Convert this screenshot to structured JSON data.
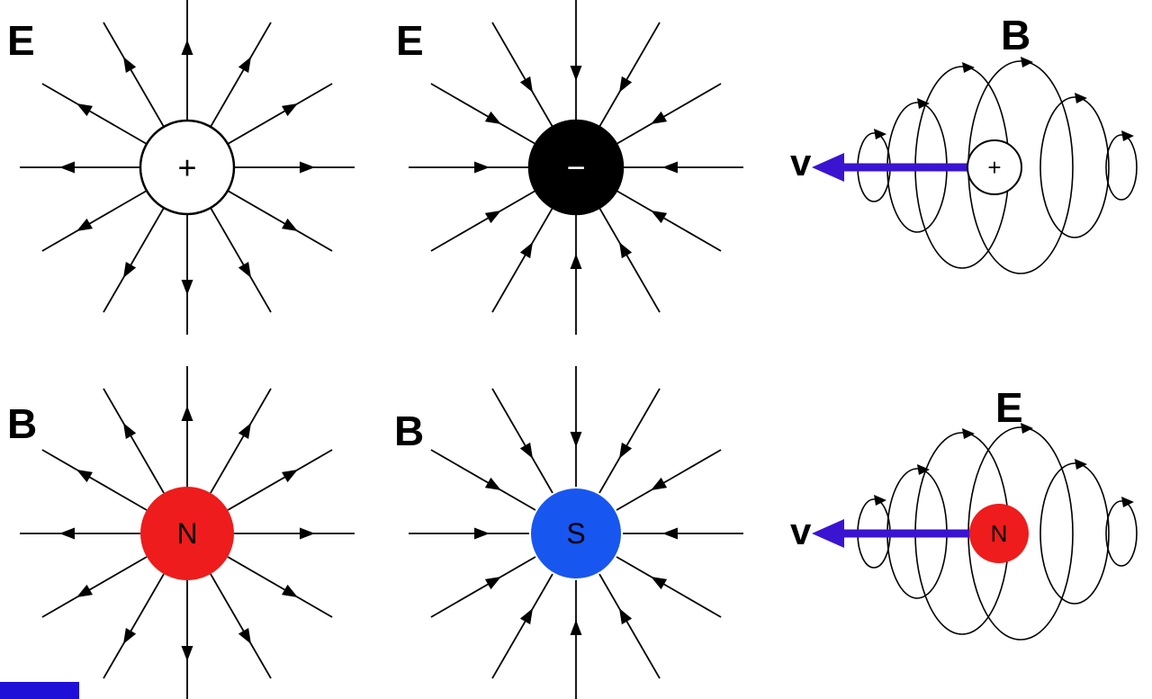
{
  "figure": {
    "background": "#ffffff",
    "accent_bar_color": "#1f10d8",
    "panels": [
      {
        "id": "e-field-positive-charge",
        "field_label": "E",
        "symbol": "+",
        "circle_fill": "#ffffff",
        "circle_stroke": "#000000",
        "symbol_color": "#000000",
        "field_direction": "outward"
      },
      {
        "id": "e-field-negative-charge",
        "field_label": "E",
        "symbol": "−",
        "circle_fill": "#000000",
        "circle_stroke": "#000000",
        "symbol_color": "#ffffff",
        "field_direction": "inward"
      },
      {
        "id": "b-field-moving-positive-charge",
        "field_label": "B",
        "symbol": "+",
        "circle_fill": "#ffffff",
        "circle_stroke": "#000000",
        "symbol_color": "#000000",
        "velocity_label": "v",
        "velocity_color": "#3a14d1"
      },
      {
        "id": "b-field-north-pole",
        "field_label": "B",
        "symbol": "N",
        "circle_fill": "#ee1c1c",
        "circle_stroke": "none",
        "symbol_color": "#000000",
        "field_direction": "outward"
      },
      {
        "id": "b-field-south-pole",
        "field_label": "B",
        "symbol": "S",
        "circle_fill": "#1856f0",
        "circle_stroke": "none",
        "symbol_color": "#000000",
        "field_direction": "inward"
      },
      {
        "id": "e-field-moving-north-pole",
        "field_label": "E",
        "symbol": "N",
        "circle_fill": "#ee1c1c",
        "circle_stroke": "none",
        "symbol_color": "#000000",
        "velocity_label": "v",
        "velocity_color": "#3a14d1"
      }
    ]
  }
}
